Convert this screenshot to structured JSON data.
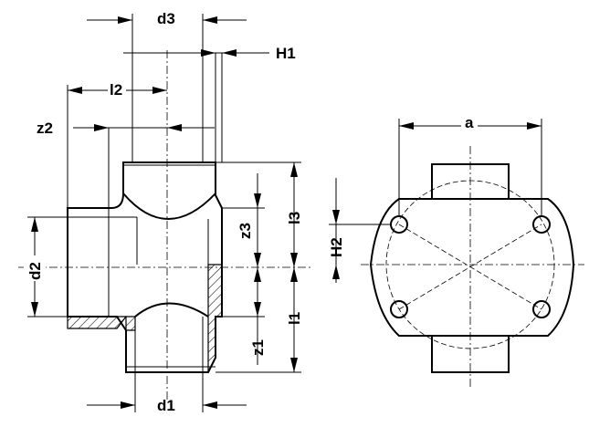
{
  "labels": {
    "d3": "d3",
    "H1": "H1",
    "l2": "l2",
    "z2": "z2",
    "a": "a",
    "z3": "z3",
    "l3": "l3",
    "H2": "H2",
    "d2": "d2",
    "l1": "l1",
    "z1": "z1",
    "d1": "d1"
  }
}
